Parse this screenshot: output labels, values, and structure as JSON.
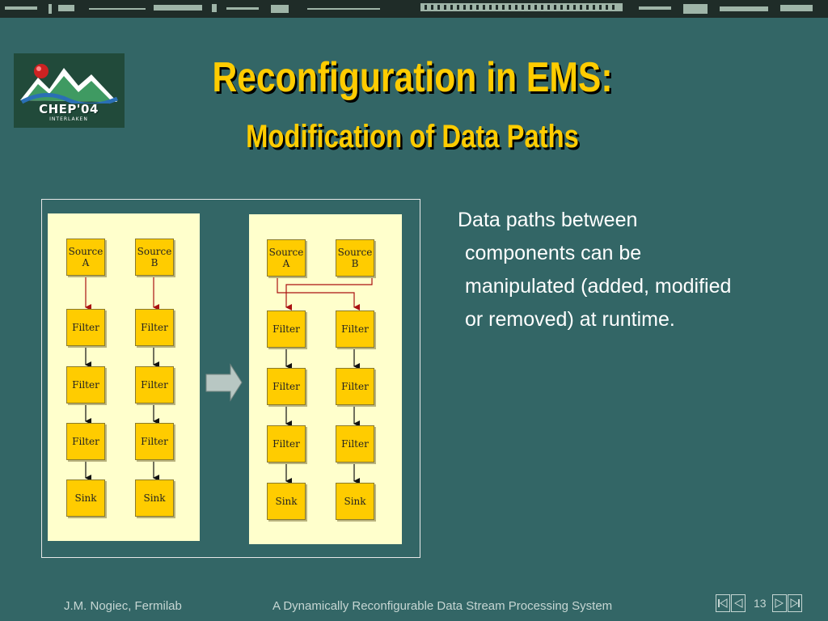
{
  "slide": {
    "title": "Reconfiguration in EMS:",
    "subtitle": "Modification of Data Paths",
    "logo_text": "CHEP'04",
    "logo_subtext": "INTERLAKEN",
    "body_lines": [
      "Data paths between",
      "components can be",
      "manipulated (added, modified",
      "or removed) at runtime."
    ]
  },
  "diagram": {
    "before": {
      "source_a": "Source\nA",
      "source_b": "Source\nB",
      "filter": "Filter",
      "sink": "Sink"
    },
    "after": {
      "source_a": "Source\nA",
      "source_b": "Source\nB",
      "filter": "Filter",
      "sink": "Sink"
    }
  },
  "footer": {
    "author": "J.M. Nogiec, Fermilab",
    "talk_title": "A Dynamically Reconfigurable Data Stream Processing System",
    "page_number": "13"
  },
  "colors": {
    "background": "#336666",
    "title": "#ffcc00",
    "node_fill": "#ffcc00",
    "panel_fill": "#ffffcc",
    "source_arrow": "#aa1111"
  }
}
